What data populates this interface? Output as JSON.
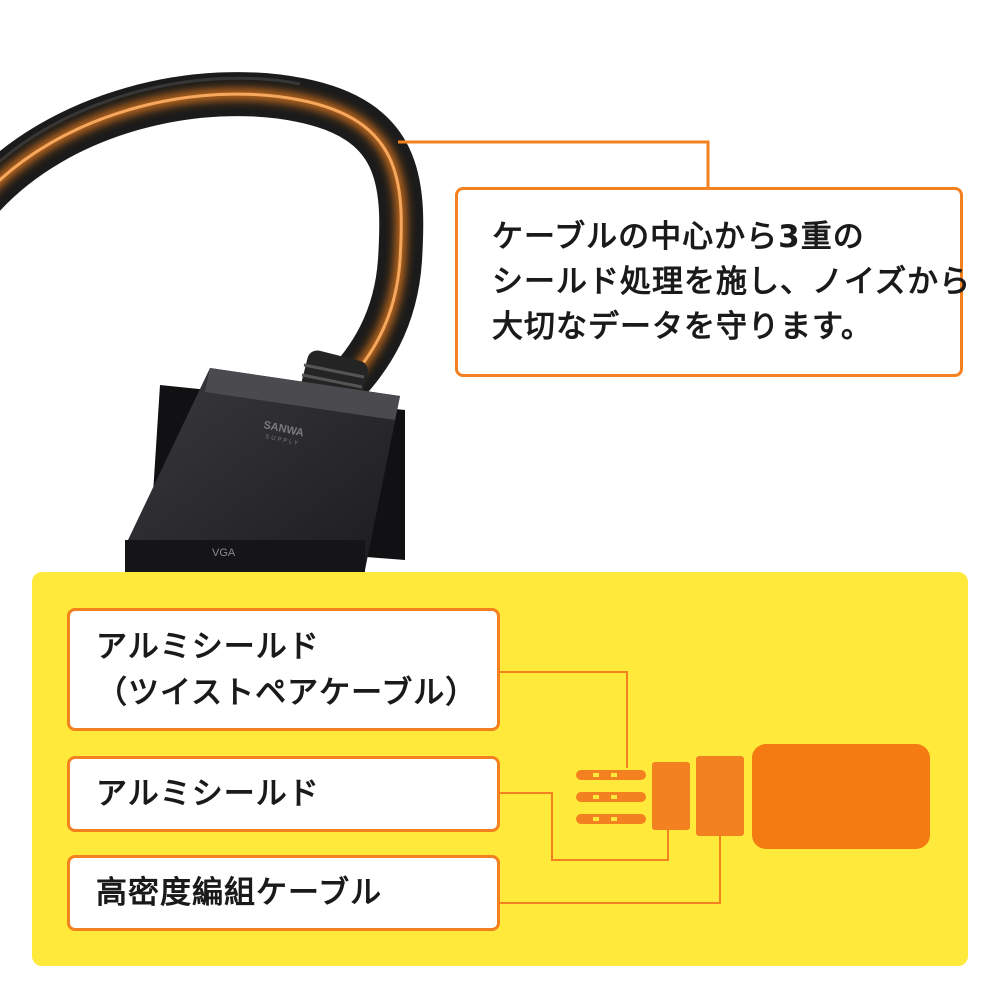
{
  "callout": {
    "line1": "ケーブルの中心から3重の",
    "line2": "シールド処理を施し、ノイズから",
    "line3": "大切なデータを守ります。"
  },
  "product": {
    "brand_line1": "SANWA",
    "brand_line2": "SUPPLY",
    "connector_label": "VGA"
  },
  "layers": {
    "aluminum_twisted_line1": "アルミシールド",
    "aluminum_twisted_line2": "（ツイストペアケーブル）",
    "aluminum": "アルミシールド",
    "braided": "高密度編組ケーブル"
  },
  "colors": {
    "accent_orange": "#f4811f",
    "panel_yellow": "#ffe93b",
    "cable_black": "#1f1f1f"
  }
}
